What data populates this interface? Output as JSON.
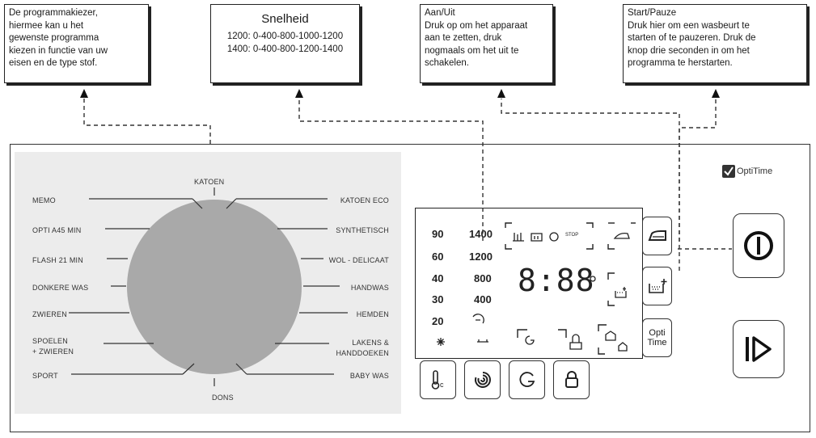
{
  "callouts": {
    "program": {
      "body": "De programmakiezer,\nhiermee kan u het\ngewenste programma\nkiezen in functie van uw\neisen en de type stof."
    },
    "speed": {
      "title": "Snelheid",
      "line1": "1200: 0-400-800-1000-1200",
      "line2": "1400: 0-400-800-1200-1400"
    },
    "power": {
      "title": "Aan/Uit",
      "body": "Druk op om het apparaat\naan te zetten, druk\nnogmaals om het uit te\nschakelen."
    },
    "start": {
      "title": "Start/Pauze",
      "body": "Druk hier om een wasbeurt te\nstarten of te pauzeren. Druk de\nknop drie seconden in om het\nprogramma te herstarten."
    }
  },
  "dial": {
    "top": "KATOEN",
    "bottom": "DONS",
    "left": [
      "MEMO",
      "OPTI A45 MIN",
      "FLASH 21 MIN",
      "DONKERE WAS",
      "ZWIEREN",
      "SPOELEN\n+ ZWIEREN",
      "SPORT"
    ],
    "right": [
      "KATOEN ECO",
      "SYNTHETISCH",
      "WOL - DELICAAT",
      "HANDWAS",
      "HEMDEN",
      "LAKENS &\nHANDDOEKEN",
      "BABY WAS"
    ]
  },
  "display": {
    "temps": [
      "90",
      "60",
      "40",
      "30",
      "20"
    ],
    "speeds": [
      "1400",
      "1200",
      "800",
      "400"
    ],
    "stop": "STOP",
    "digits": "8:88"
  },
  "buttons": {
    "opti": "Opti\nTime"
  },
  "optitime_label": "OptiTime",
  "colors": {
    "dial": "#a9a9a9",
    "dial_area": "#ececec",
    "accent": "#222222"
  }
}
